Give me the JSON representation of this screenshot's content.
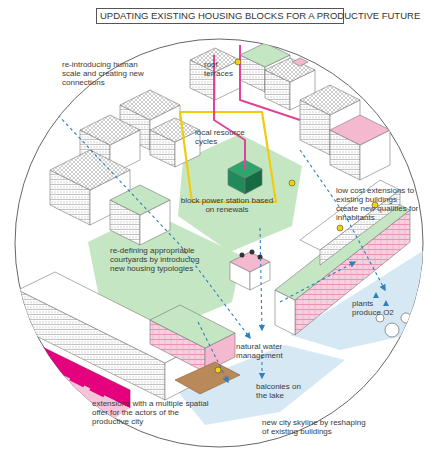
{
  "diagram": {
    "title": "UPDATING EXISTING HOUSING BLOCKS FOR A PRODUCTIVE FUTURE",
    "labels": [
      "roof terraces",
      "re-introducing human scale and creating new connections",
      "local resource cycles",
      "block power station based on renewals",
      "low cost extensions to existing buildings create new qualities for inhabitants",
      "re-defining appropriable courtyards by introducing new housing typologies",
      "natural water management",
      "plants produce O2",
      "balconies on the lake",
      "new city skyline by reshaping of existing buildings",
      "extensions with a multiple spatial offer for the actors of the productive city"
    ]
  }
}
